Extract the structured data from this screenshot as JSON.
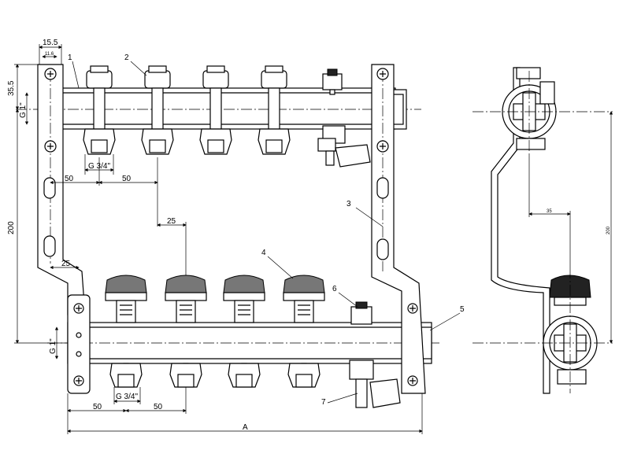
{
  "callouts": [
    "1",
    "2",
    "3",
    "4",
    "5",
    "6",
    "7"
  ],
  "dimensions": {
    "top_pitch": "15.5",
    "top_sub": "11.6",
    "side_offset": "35.5",
    "thread_main": "G 1\"",
    "thread_outlet": "G 3/4\"",
    "spacing": "50",
    "offset": "25",
    "height": "200",
    "overall": "A",
    "side_spacing": "35",
    "side_height": "200"
  }
}
